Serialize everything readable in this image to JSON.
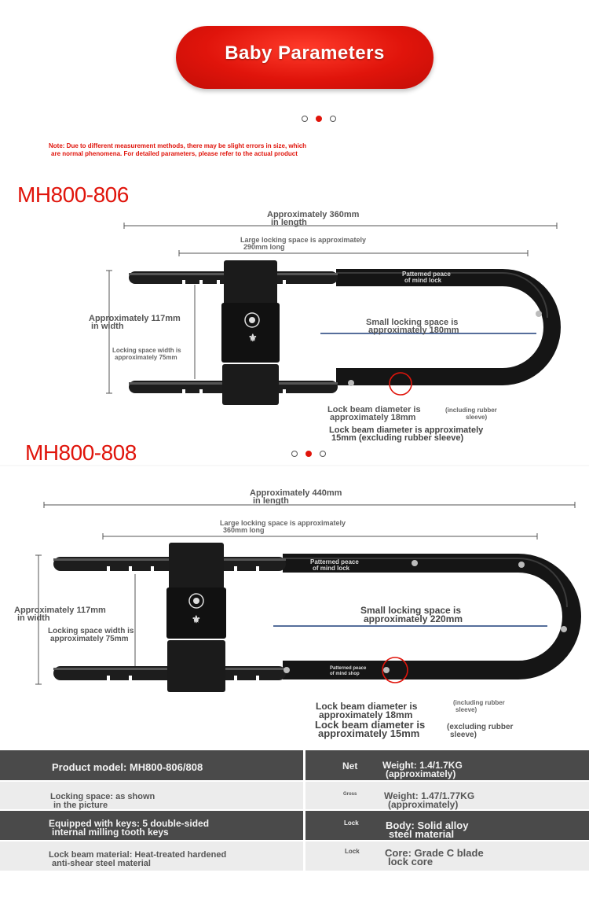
{
  "header": {
    "title": "Baby Parameters"
  },
  "note": {
    "line1": "Note: Due to different measurement methods, there may be slight errors in size, which",
    "line2": "are normal phenomena. For detailed parameters, please refer to the actual product"
  },
  "lock806": {
    "model": "MH800-806",
    "length": "Approximately 360mm",
    "length_unit": "in length",
    "large_space_1": "Large locking space is approximately",
    "large_space_2": "290mm long",
    "width_1": "Approximately 117mm",
    "width_2": "in width",
    "lock_space_1": "Locking space width is",
    "lock_space_2": "approximately 75mm",
    "small_space_1": "Small locking space is",
    "small_space_2": "approximately 180mm",
    "brand_1": "Patterned peace",
    "brand_2": "of mind lock",
    "beam_1": "Lock beam diameter is",
    "beam_2": "approximately 18mm",
    "beam_note_1": "(including rubber",
    "beam_note_2": "sleeve)",
    "beam_b_1": "Lock beam diameter is approximately",
    "beam_b_2": "15mm (excluding rubber sleeve)"
  },
  "lock808": {
    "model": "MH800-808",
    "length": "Approximately 440mm",
    "length_unit": "in length",
    "large_space_1": "Large locking space is approximately",
    "large_space_2": "360mm long",
    "width_1": "Approximately 117mm",
    "width_2": "in width",
    "lock_space_1": "Locking space width is",
    "lock_space_2": "approximately 75mm",
    "small_space_1": "Small locking space is",
    "small_space_2": "approximately 220mm",
    "brand_1": "Patterned peace",
    "brand_2": "of mind lock",
    "brand_3": "Patterned peace",
    "brand_4": "of mind shop",
    "beam_1": "Lock beam diameter is",
    "beam_2": "approximately 18mm",
    "beam_note_1": "(including rubber",
    "beam_note_2": "sleeve)",
    "beam_b_1": "Lock beam diameter is",
    "beam_b_2": "approximately 15mm",
    "beam_b_note_1": "(excluding rubber",
    "beam_b_note_2": "sleeve)"
  },
  "specs": {
    "product_model": "Product model: MH800-806/808",
    "net_label": "Net",
    "net_weight_1": "Weight: 1.4/1.7KG",
    "net_weight_2": "(approximately)",
    "locking_space_1": "Locking space: as shown",
    "locking_space_2": "in the picture",
    "gross_label": "Gross",
    "gross_weight_1": "Weight: 1.47/1.77KG",
    "gross_weight_2": "(approximately)",
    "keys_1": "Equipped with keys: 5 double-sided",
    "keys_2": "internal milling tooth keys",
    "lock_label_1": "Lock",
    "body_1": "Body: Solid alloy",
    "body_2": "steel material",
    "beam_material_1": "Lock beam material: Heat-treated hardened",
    "beam_material_2": "anti-shear steel material",
    "lock_label_2": "Lock",
    "core_1": "Core: Grade C blade",
    "core_2": "lock core"
  }
}
